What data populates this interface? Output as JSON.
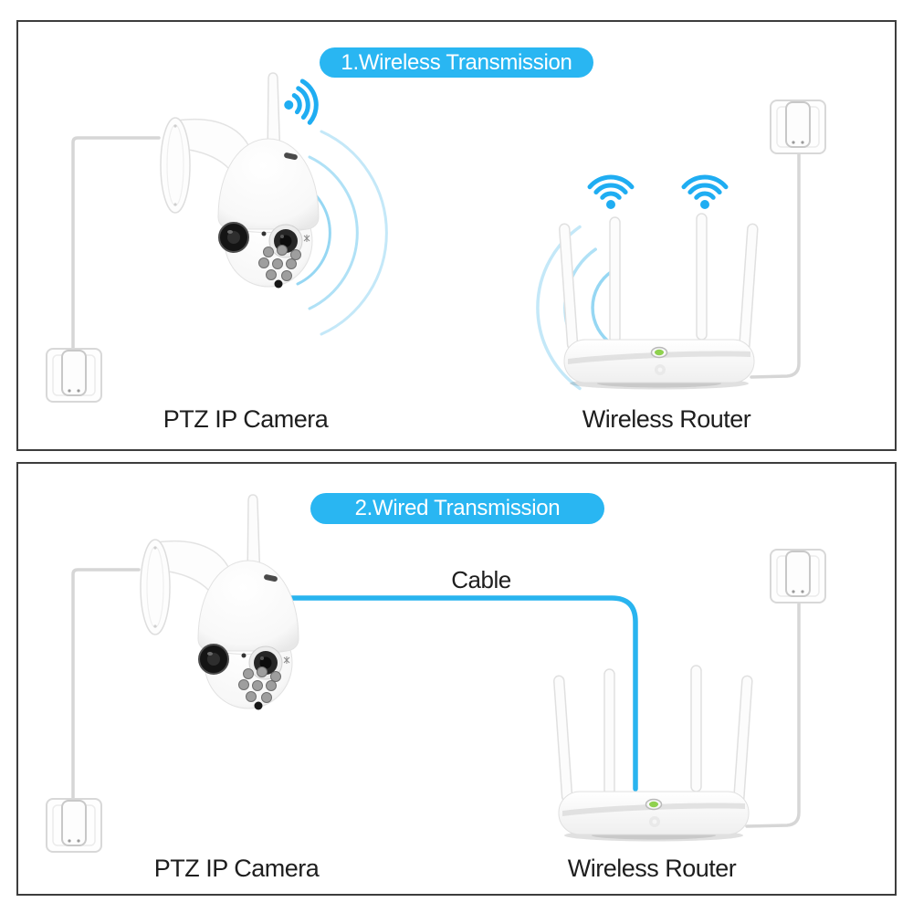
{
  "panel1": {
    "title": "1.Wireless Transmission",
    "camera_label": "PTZ IP Camera",
    "router_label": "Wireless Router"
  },
  "panel2": {
    "title": "2.Wired Transmission",
    "cable_label": "Cable",
    "camera_label": "PTZ IP Camera",
    "router_label": "Wireless Router"
  },
  "icons": {
    "wifi": "wifi-signal-icon",
    "camera_wifi": "wifi-signal-icon-rotated",
    "ripples": "radio-wave-arcs",
    "outlet": "wall-outlet-with-plug",
    "led": "router-status-led"
  },
  "colors": {
    "accent_cyan": "#29b6f2",
    "cable_cyan": "#29b4ef",
    "wifi_blue": "#1fadf2",
    "ripple_blue": "#7ccdf0",
    "led_green": "#8fd14f",
    "panel_border": "#3d3d3d",
    "text": "#1e1e1e"
  }
}
